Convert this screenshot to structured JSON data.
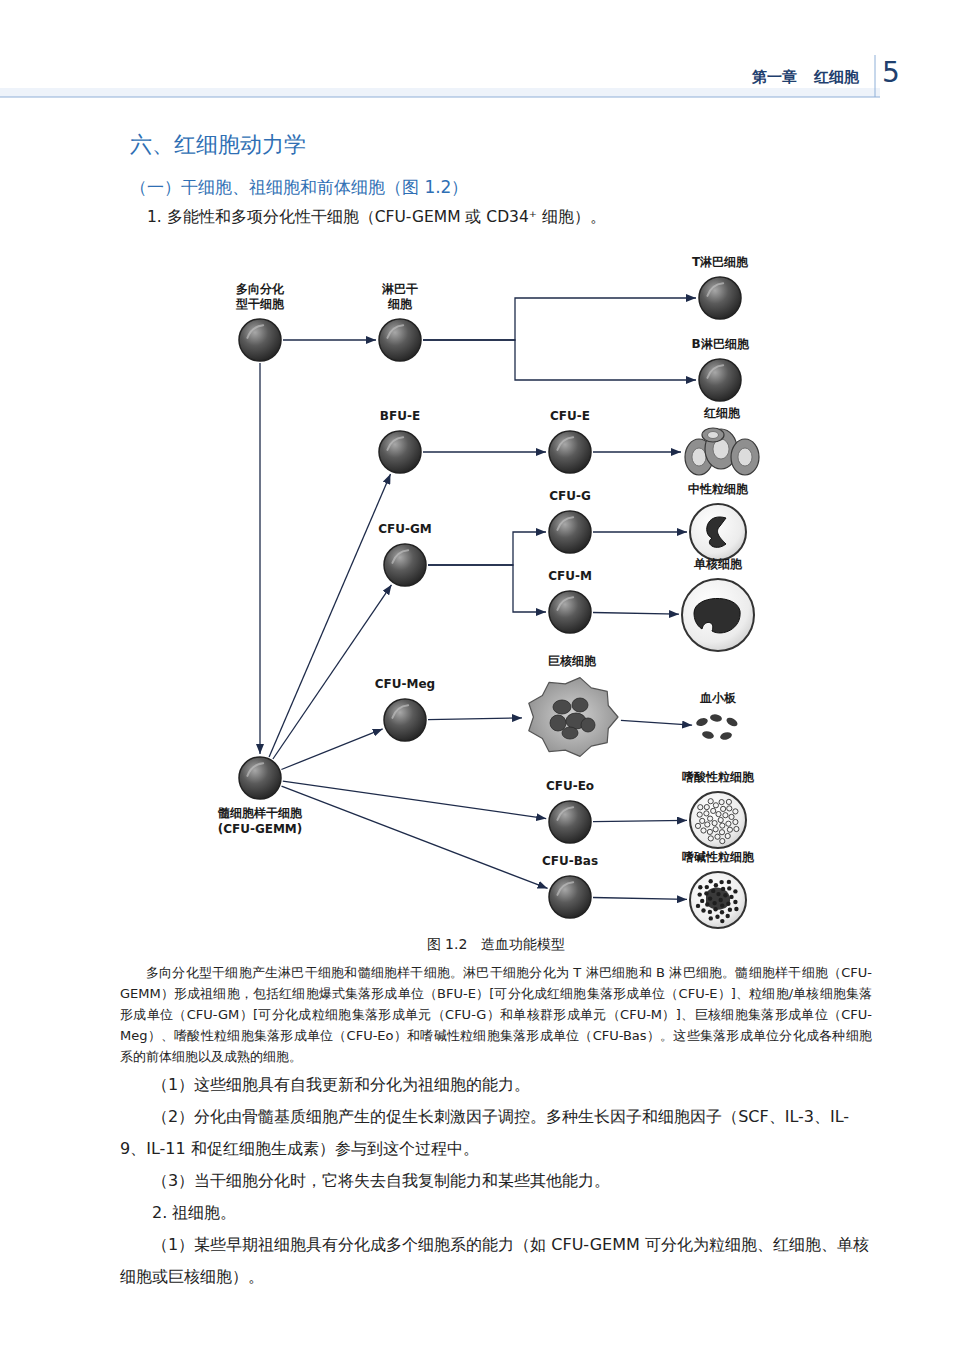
{
  "diagram": {
    "title": "六、红细胞动力学",
    "caption": "图 1.2　造血功能模型",
    "nodes": [
      {
        "text": [
          "多向分化型干细胞"
        ]
      },
      {
        "text": [
          "淋巴干细胞"
        ]
      },
      {
        "text": [
          "T淋巴细胞"
        ]
      },
      {
        "text": [
          "B淋巴细胞"
        ]
      },
      {
        "text": [
          "BFU-E"
        ]
      },
      {
        "text": [
          "CFU-E"
        ]
      },
      {
        "text": [
          "红细胞"
        ]
      },
      {
        "text": [
          "CFU-GM"
        ]
      },
      {
        "text": [
          "CFU-G"
        ]
      },
      {
        "text": [
          "中性粒细胞"
        ]
      },
      {
        "text": [
          "CFU-M"
        ]
      },
      {
        "text": [
          "单核细胞"
        ]
      },
      {
        "text": [
          "CFU-Meg"
        ]
      },
      {
        "text": [
          "巨核细胞"
        ]
      },
      {
        "text": [
          "血小板"
        ]
      },
      {
        "text": [
          "髓细胞样干细胞 (CFU-GEMM)"
        ]
      },
      {
        "text": [
          "CFU-Eo"
        ]
      },
      {
        "text": [
          "嗜酸性粒细胞"
        ]
      },
      {
        "text": [
          "CFU-Bas"
        ]
      },
      {
        "text": [
          "嗜碱性粒细胞"
        ]
      }
    ],
    "edges": [
      {
        "from": 0,
        "to": 1,
        "arrow": "to"
      },
      {
        "from": 1,
        "to": 2,
        "arrow": "to"
      },
      {
        "from": 1,
        "to": 3,
        "arrow": "to"
      },
      {
        "from": 0,
        "to": 15,
        "arrow": "to"
      },
      {
        "from": 15,
        "to": 4,
        "arrow": "to"
      },
      {
        "from": 15,
        "to": 7,
        "arrow": "to"
      },
      {
        "from": 15,
        "to": 12,
        "arrow": "to"
      },
      {
        "from": 15,
        "to": 16,
        "arrow": "to"
      },
      {
        "from": 15,
        "to": 18,
        "arrow": "to"
      },
      {
        "from": 4,
        "to": 5,
        "arrow": "to"
      },
      {
        "from": 5,
        "to": 6,
        "arrow": "to"
      },
      {
        "from": 7,
        "to": 8,
        "arrow": "to"
      },
      {
        "from": 7,
        "to": 10,
        "arrow": "to"
      },
      {
        "from": 8,
        "to": 9,
        "arrow": "to"
      },
      {
        "from": 10,
        "to": 11,
        "arrow": "to"
      },
      {
        "from": 12,
        "to": 13,
        "arrow": "to"
      },
      {
        "from": 13,
        "to": 14,
        "arrow": "to"
      },
      {
        "from": 16,
        "to": 17,
        "arrow": "to"
      },
      {
        "from": 18,
        "to": 19,
        "arrow": "to"
      }
    ],
    "labels": [
      "第一章",
      "红细胞",
      "5",
      "（一）干细胞、祖细胞和前体细胞（图 1.2）",
      "1. 多能性和多项分化性干细胞（CFU-GEMM 或 CD34⁺ 细胞）。",
      "多向分化型干细胞产生淋巴干细胞和髓细胞样干细胞。淋巴干细胞分化为 T 淋巴细胞和 B 淋巴细胞。髓细胞样干细胞（CFU-GEMM）形成祖细胞，包括红细胞爆式集落形成单位（BFU-E）[可分化成红细胞集落形成单位（CFU-E）]、粒细胞/单核细胞集落形成单位（CFU-GM）[可分化成粒细胞集落形成单元（CFU-G）和单核群形成单元（CFU-M）]、巨核细胞集落形成单位（CFU-Meg）、嗜酸性粒细胞集落形成单位（CFU-Eo）和嗜碱性粒细胞集落形成单位（CFU-Bas）。这些集落形成单位分化成各种细胞系的前体细胞以及成熟的细胞。",
      "（1）这些细胞具有自我更新和分化为祖细胞的能力。",
      "（2）分化由骨髓基质细胞产生的促生长刺激因子调控。多种生长因子和细胞因子（SCF、IL-3、IL-9、IL-11 和促红细胞生成素）参与到这个过程中。",
      "（3）当干细胞分化时，它将失去自我复制能力和某些其他能力。",
      "2. 祖细胞。",
      "（1）某些早期祖细胞具有分化成多个细胞系的能力（如 CFU-GEMM 可分化为粒细胞、红细胞、单核细胞或巨核细胞）。"
    ]
  }
}
